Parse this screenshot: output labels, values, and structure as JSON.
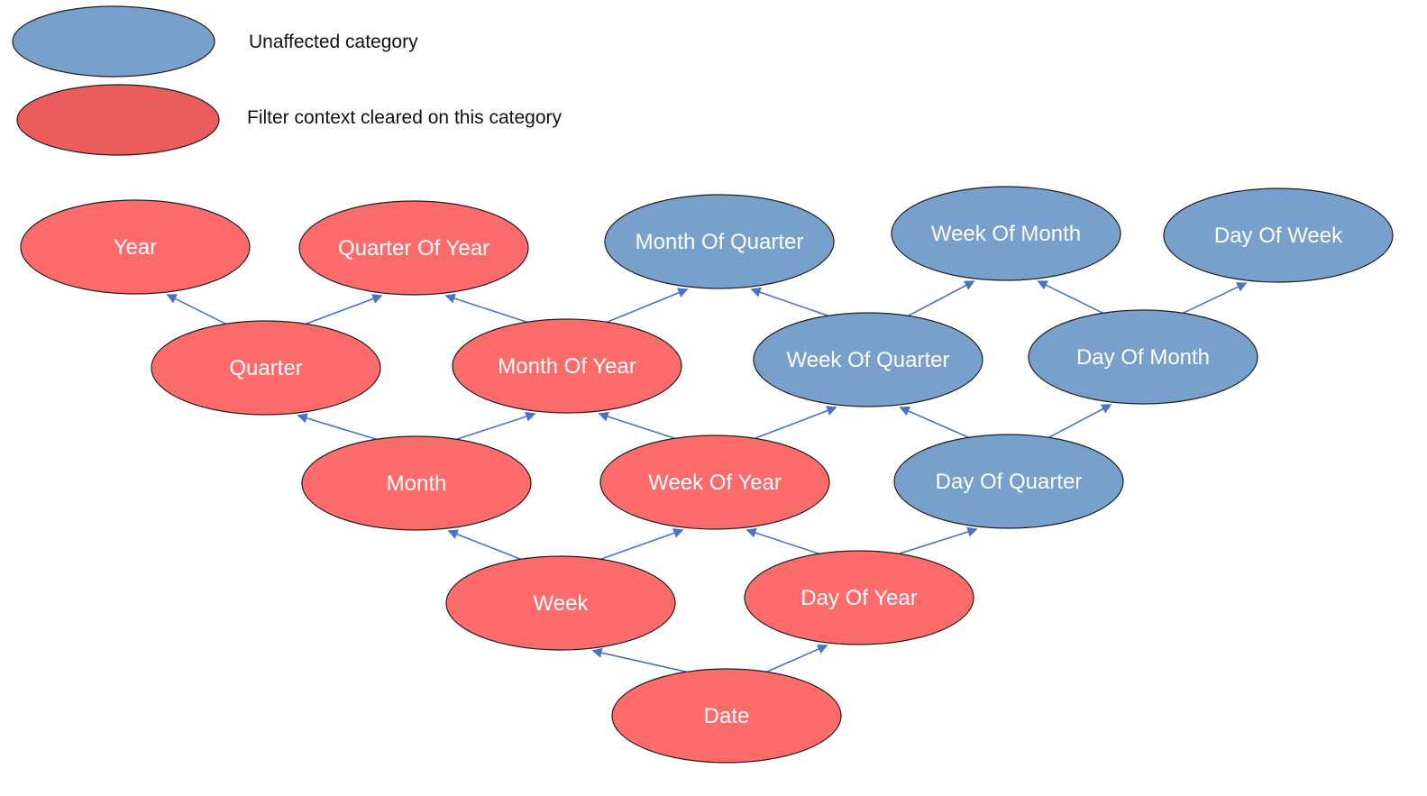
{
  "colors": {
    "unaffected": "#77a1cc",
    "cleared": "#fe6b6b",
    "legend_cleared": "#eb5c5c",
    "edge": "#4a72c4"
  },
  "legend": [
    {
      "id": "unaffected",
      "label": "Unaffected category",
      "color_key": "unaffected"
    },
    {
      "id": "cleared",
      "label": "Filter context cleared on this category",
      "color_key": "legend_cleared"
    }
  ],
  "nodes": [
    {
      "id": "year",
      "label": "Year",
      "status": "cleared"
    },
    {
      "id": "quarter-of-year",
      "label": "Quarter Of Year",
      "status": "cleared"
    },
    {
      "id": "month-of-quarter",
      "label": "Month Of Quarter",
      "status": "unaffected"
    },
    {
      "id": "week-of-month",
      "label": "Week Of Month",
      "status": "unaffected"
    },
    {
      "id": "day-of-week",
      "label": "Day Of Week",
      "status": "unaffected"
    },
    {
      "id": "quarter",
      "label": "Quarter",
      "status": "cleared"
    },
    {
      "id": "month-of-year",
      "label": "Month Of Year",
      "status": "cleared"
    },
    {
      "id": "week-of-quarter",
      "label": "Week Of Quarter",
      "status": "unaffected"
    },
    {
      "id": "day-of-month",
      "label": "Day Of Month",
      "status": "unaffected"
    },
    {
      "id": "month",
      "label": "Month",
      "status": "cleared"
    },
    {
      "id": "week-of-year",
      "label": "Week Of Year",
      "status": "cleared"
    },
    {
      "id": "day-of-quarter",
      "label": "Day Of Quarter",
      "status": "unaffected"
    },
    {
      "id": "week",
      "label": "Week",
      "status": "cleared"
    },
    {
      "id": "day-of-year",
      "label": "Day Of Year",
      "status": "cleared"
    },
    {
      "id": "date",
      "label": "Date",
      "status": "cleared"
    }
  ],
  "edges": [
    {
      "from": "date",
      "to": "week"
    },
    {
      "from": "date",
      "to": "day-of-year"
    },
    {
      "from": "week",
      "to": "month"
    },
    {
      "from": "week",
      "to": "week-of-year"
    },
    {
      "from": "day-of-year",
      "to": "week-of-year"
    },
    {
      "from": "day-of-year",
      "to": "day-of-quarter"
    },
    {
      "from": "month",
      "to": "quarter"
    },
    {
      "from": "month",
      "to": "month-of-year"
    },
    {
      "from": "week-of-year",
      "to": "month-of-year"
    },
    {
      "from": "week-of-year",
      "to": "week-of-quarter"
    },
    {
      "from": "day-of-quarter",
      "to": "week-of-quarter"
    },
    {
      "from": "day-of-quarter",
      "to": "day-of-month"
    },
    {
      "from": "quarter",
      "to": "year"
    },
    {
      "from": "quarter",
      "to": "quarter-of-year"
    },
    {
      "from": "month-of-year",
      "to": "quarter-of-year"
    },
    {
      "from": "month-of-year",
      "to": "month-of-quarter"
    },
    {
      "from": "week-of-quarter",
      "to": "month-of-quarter"
    },
    {
      "from": "week-of-quarter",
      "to": "week-of-month"
    },
    {
      "from": "day-of-month",
      "to": "week-of-month"
    },
    {
      "from": "day-of-month",
      "to": "day-of-week"
    }
  ]
}
